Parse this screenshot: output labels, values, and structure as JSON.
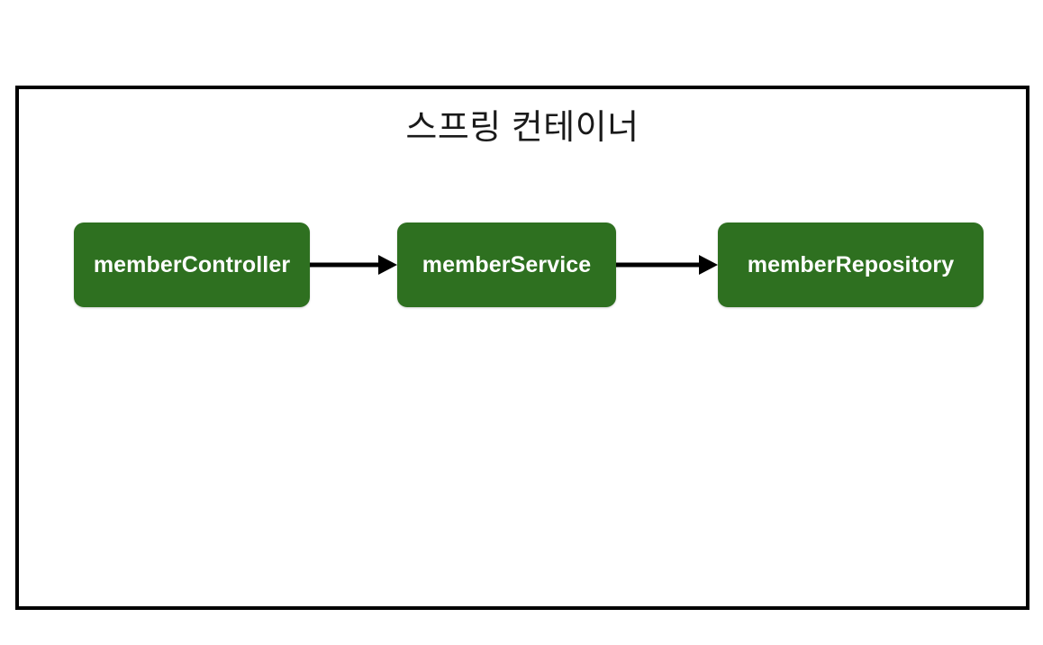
{
  "diagram": {
    "title": "스프링 컨테이너",
    "background_color": "#FFFFFF",
    "frame_border_color": "#000000",
    "node_fill_color": "#2E7020",
    "node_text_color": "#FFFFFF",
    "arrow_color": "#000000",
    "nodes": [
      {
        "id": "member-controller",
        "label": "memberController"
      },
      {
        "id": "member-service",
        "label": "memberService"
      },
      {
        "id": "member-repository",
        "label": "memberRepository"
      }
    ],
    "edges": [
      {
        "id": "edge-controller-service",
        "from": "memberController",
        "to": "memberService",
        "style": "solid-arrow"
      },
      {
        "id": "edge-service-repository",
        "from": "memberService",
        "to": "memberRepository",
        "style": "solid-arrow"
      }
    ]
  }
}
